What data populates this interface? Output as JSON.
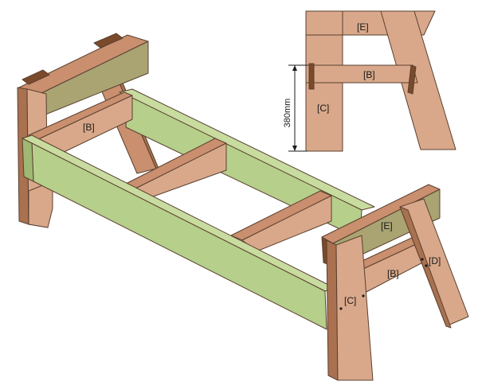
{
  "labels": {
    "b_main": "[B]",
    "e_main": "[E]",
    "b_front": "[B]",
    "c_front": "[C]",
    "d_front": "[D]",
    "e_inset": "[E]",
    "b_inset": "[B]",
    "c_inset": "[C]",
    "dimension": "380mm"
  },
  "colors": {
    "wood_light": "#d9a88a",
    "wood_mid": "#c98f6e",
    "wood_dark": "#a9714f",
    "end_grain": "#7a4a2a",
    "green_light": "#c8dca0",
    "green_mid": "#b6cf8a",
    "green_dark": "#9fb874",
    "olive": "#a9a472",
    "outline": "#5a4030"
  }
}
